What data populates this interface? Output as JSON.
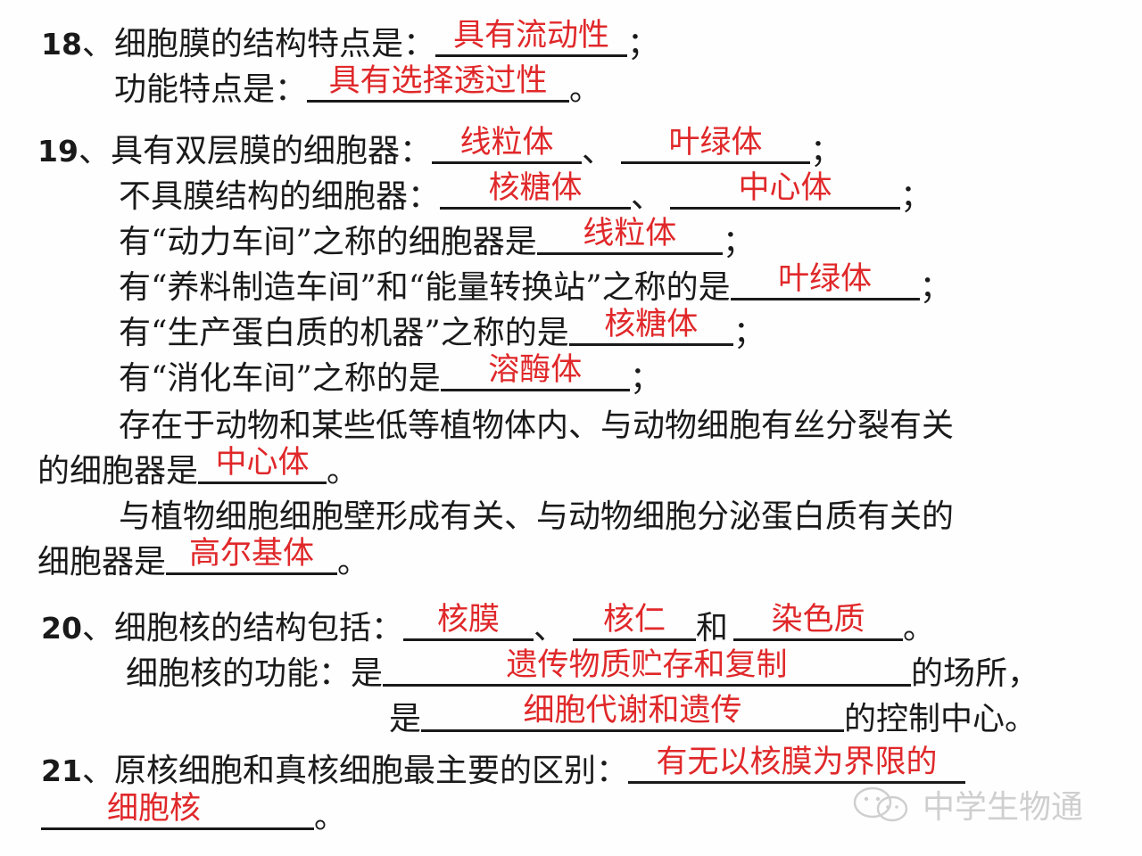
{
  "q18": {
    "num": "18",
    "sep": "、",
    "l1_text": "细胞膜的结构特点是：",
    "l1_answer": "具有流动性",
    "l1_end": "；",
    "l2_text": "功能特点是：",
    "l2_answer": "具有选择透过性",
    "l2_end": "。"
  },
  "q19": {
    "num": "19",
    "sep": "、",
    "l1_text": "具有双层膜的细胞器：",
    "l1_a1": "线粒体",
    "l1_mid": "、",
    "l1_a2": "叶绿体",
    "l1_end": "；",
    "l2_text": "不具膜结构的细胞器：",
    "l2_a1": "核糖体",
    "l2_mid": "、",
    "l2_a2": "中心体",
    "l2_end": "；",
    "l3_text": "有“动力车间”之称的细胞器是",
    "l3_answer": "线粒体",
    "l3_end": "；",
    "l4_text": "有“养料制造车间”和“能量转换站”之称的是",
    "l4_answer": "叶绿体",
    "l4_end": "；",
    "l5_text": "有“生产蛋白质的机器”之称的是",
    "l5_answer": "核糖体",
    "l5_end": "；",
    "l6_text": "有“消化车间”之称的是",
    "l6_answer": "溶酶体",
    "l6_end": "；",
    "l7_text": "存在于动物和某些低等植物体内、与动物细胞有丝分裂有关",
    "l8_text": "的细胞器是",
    "l8_answer": "中心体",
    "l8_end": "。",
    "l9_text": "与植物细胞细胞壁形成有关、与动物细胞分泌蛋白质有关的",
    "l10_text": "细胞器是",
    "l10_answer": "高尔基体",
    "l10_end": "。"
  },
  "q20": {
    "num": "20",
    "sep": "、",
    "l1_text": "细胞核的结构包括：",
    "l1_a1": "核膜",
    "l1_mid1": "、",
    "l1_a2": "核仁",
    "l1_mid2": "和",
    "l1_a3": "染色质",
    "l1_end": "。",
    "l2_text": "细胞核的功能：是",
    "l2_answer": "遗传物质贮存和复制",
    "l2_end": "的场所，",
    "l3_text": "是",
    "l3_answer": "细胞代谢和遗传",
    "l3_end": "的控制中心。"
  },
  "q21": {
    "num": "21",
    "sep": "、",
    "l1_text": "原核细胞和真核细胞最主要的区别：",
    "l1_answer": "有无以核膜为界限的",
    "l2_answer": "细胞核",
    "l2_end": "。"
  },
  "watermark": {
    "text": "中学生物通",
    "icon": "wechat-icon"
  }
}
